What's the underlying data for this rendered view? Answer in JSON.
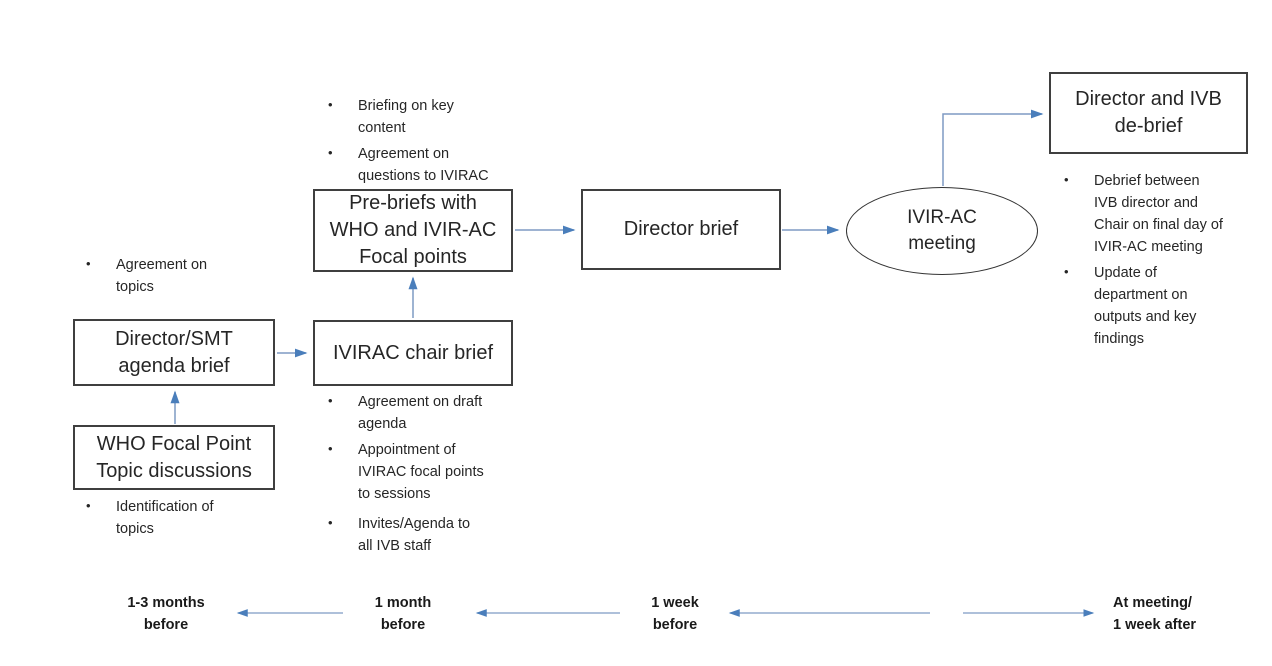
{
  "colors": {
    "arrow_line": "#7e9ac3",
    "arrow_head": "#4a7ebb",
    "box_border": "#3f3f3f",
    "text": "#262626"
  },
  "nodes": {
    "who_focal": {
      "label": "WHO Focal Point\nTopic discussions"
    },
    "director_smt": {
      "label": "Director/SMT\nagenda brief"
    },
    "ivirac_chair": {
      "label": "IVIRAC chair brief"
    },
    "pre_briefs": {
      "label": "Pre-briefs with\nWHO and IVIR-AC\nFocal points"
    },
    "director_brief": {
      "label": "Director brief"
    },
    "ivirac_meeting": {
      "label": "IVIR-AC\nmeeting"
    },
    "debrief": {
      "label": "Director and IVB\nde-brief"
    }
  },
  "bullets": {
    "smt": [
      "Agreement on\ntopics"
    ],
    "who": [
      "Identification of\ntopics"
    ],
    "pre_briefs": [
      "Briefing on key\ncontent",
      "Agreement on\nquestions to IVIRAC"
    ],
    "chair": [
      "Agreement on draft\nagenda",
      "Appointment of\nIVIRAC focal points\nto sessions",
      "Invites/Agenda to\nall IVB staff"
    ],
    "debrief": [
      "Debrief between\nIVB director and\nChair on final day of\nIVIR-AC meeting",
      "Update of\ndepartment on\noutputs and key\nfindings"
    ]
  },
  "timeline": {
    "labels": [
      "1-3 months\nbefore",
      "1 month\nbefore",
      "1 week\nbefore",
      "At meeting/\n1 week after"
    ]
  }
}
